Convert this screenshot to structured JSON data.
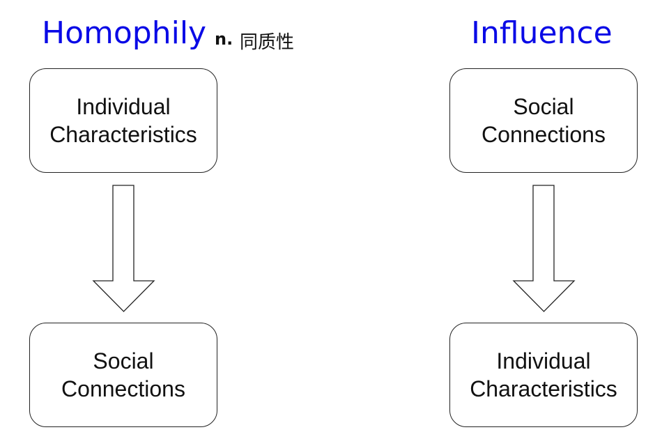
{
  "homophily": {
    "title": "Homophily",
    "pos": "n.",
    "gloss": "同质性",
    "top_box": {
      "line1": "Individual",
      "line2": "Characteristics"
    },
    "bottom_box": {
      "line1": "Social",
      "line2": "Connections"
    }
  },
  "influence": {
    "title": "Influence",
    "top_box": {
      "line1": "Social",
      "line2": "Connections"
    },
    "bottom_box": {
      "line1": "Individual",
      "line2": "Characteristics"
    }
  },
  "colors": {
    "title": "#0a0ae6",
    "text": "#111111",
    "border": "#222222"
  }
}
